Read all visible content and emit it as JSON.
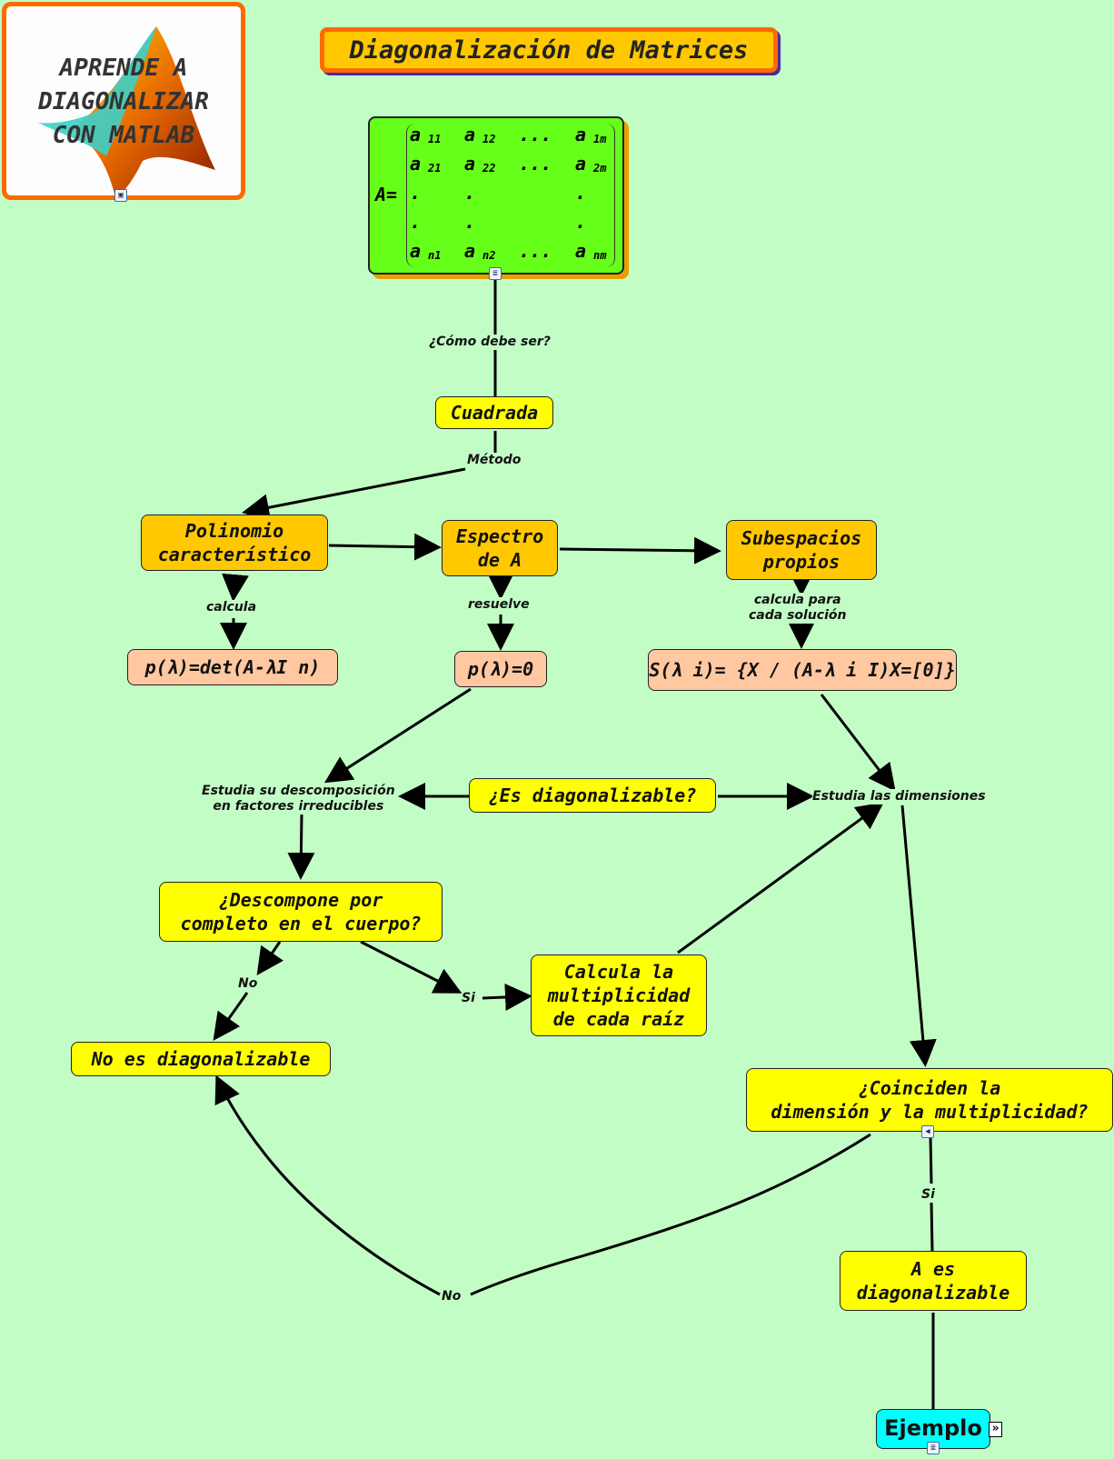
{
  "title": "Diagonalización de Matrices",
  "logo": {
    "text": "APRENDE A\nDIAGONALIZAR\nCON MATLAB",
    "icon": "image-icon"
  },
  "matrix": {
    "prefix": "A=",
    "rows": [
      [
        "a 11",
        "a 12",
        "...",
        "a 1m"
      ],
      [
        "a 21",
        "a 22",
        "...",
        "a 2m"
      ],
      [
        ".",
        ".",
        "",
        "."
      ],
      [
        ".",
        ".",
        "",
        "."
      ],
      [
        "a n1",
        "a n2",
        "...",
        "a nm"
      ]
    ],
    "icon": "document-icon"
  },
  "nodes": {
    "cuadrada": "Cuadrada",
    "polinomio": "Polinomio\ncaracterístico",
    "espectro": "Espectro\nde A",
    "subespacios": "Subespacios\npropios",
    "det": "p(λ)=det(A-λI n)",
    "p0": "p(λ)=0",
    "s_lambda": "S(λ i)= {X / (A-λ i I)X=[0]}",
    "es_diag": "¿Es diagonalizable?",
    "descompone": "¿Descompone por\ncompleto en el cuerpo?",
    "calcula_mult": "Calcula la\nmultiplicidad\nde cada raíz",
    "no_diag": "No es diagonalizable",
    "coinciden": "¿Coinciden la\ndimensión y la multiplicidad?",
    "a_diag": "A es\ndiagonalizable",
    "ejemplo": "Ejemplo"
  },
  "labels": {
    "como": "¿Cómo debe ser?",
    "metodo": "Método",
    "calcula": "calcula",
    "resuelve": "resuelve",
    "calcula_para": "calcula para\ncada solución",
    "estudia_desc": "Estudia su descomposición\nen factores irreducibles",
    "estudia_dim": "Estudia las dimensiones",
    "no1": "No",
    "si1": "Si",
    "si2": "Si",
    "no2": "No"
  },
  "icons": {
    "audio": "speaker-icon",
    "doc": "document-icon",
    "next": "»"
  }
}
